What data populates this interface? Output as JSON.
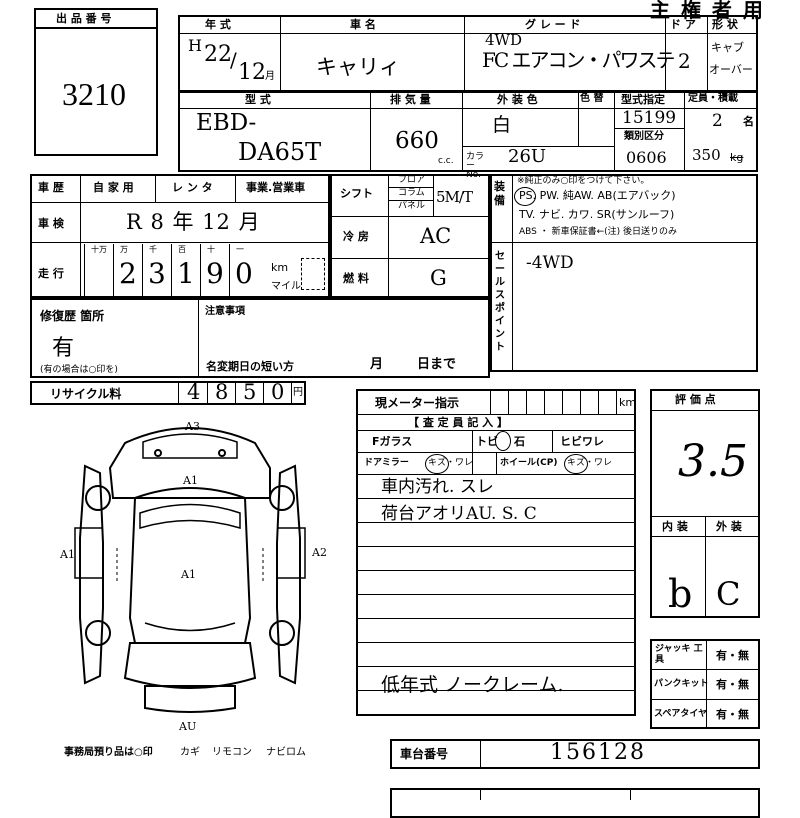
{
  "header": {
    "title": "主 権 者 用"
  },
  "lot": {
    "label": "出 品 番 号",
    "number": "3210"
  },
  "vehicle": {
    "year_label": "年 式",
    "year_prefix": "H",
    "year": "22",
    "month": "12",
    "month_unit": "月",
    "name_label": "車 名",
    "name": "キャリィ",
    "grade_label": "グ レ ー ド",
    "grade_top": "4WD",
    "grade": "FC エアコン・パワステ",
    "doors_label": "ド ア",
    "doors": "2",
    "shape_label": "形 状",
    "shape_line1": "キャブ",
    "shape_line2": "オーバー",
    "model_label": "型 式",
    "model_line1": "EBD-",
    "model_line2": "DA65T",
    "displacement_label": "排 気 量",
    "displacement": "660",
    "cc": "c.c.",
    "color_label": "外 装 色",
    "color_label2": "色 替",
    "color": "白",
    "color_no_label": "カラー No.",
    "color_no": "26U",
    "model_spec_label": "型式指定",
    "model_spec": "15199",
    "category_label": "類別区分",
    "category": "0606",
    "capacity_label": "定員・積載",
    "capacity": "2",
    "capacity_unit": "名",
    "load": "350",
    "load_unit": "kg"
  },
  "history": {
    "label": "車 歴",
    "opt1": "自 家 用",
    "opt2": "レ ン タ",
    "opt3": "事業.営業車"
  },
  "shaken": {
    "label": "車 検",
    "value": "R 8 年 12 月"
  },
  "mileage": {
    "label": "走 行",
    "units": [
      "十万",
      "万",
      "千",
      "百",
      "十",
      "一"
    ],
    "digits": [
      "",
      "2",
      "3",
      "1",
      "9",
      "0"
    ],
    "km": "km",
    "mile": "マイル"
  },
  "shift": {
    "label": "シフト",
    "options": [
      "フロア",
      "コラム",
      "パネル"
    ],
    "value": "5M/T"
  },
  "aircon": {
    "label": "冷 房",
    "value": "AC"
  },
  "fuel": {
    "label": "燃 料",
    "value": "G"
  },
  "equipment": {
    "label": "装 備",
    "note": "※純正のみ○印をつけて下さい。",
    "line1": "PS. PW. 純AW. AB(エアバック)",
    "line2": "TV. ナビ. カワ. SR(サンルーフ)",
    "line3": "ABS ・ 新車保証書←(注) 後日送りのみ"
  },
  "sale_point": {
    "label": "セールスポイント",
    "value": "-4WD"
  },
  "repair": {
    "label": "修復歴 箇所",
    "value": "有",
    "note": "(有の場合は○印を)"
  },
  "notes": {
    "label": "注意事項",
    "name_change": "名変期日の短い方",
    "month": "月",
    "day": "日まで"
  },
  "recycle": {
    "label": "リサイクル料",
    "digits": [
      "4",
      "8",
      "5",
      "0"
    ],
    "unit": "円"
  },
  "meter": {
    "label": "現メーター指示",
    "unit": "km"
  },
  "inspector": {
    "title": "【 査 定 員 記 入 】",
    "fglass": "Fガラス",
    "tobi": "トビ",
    "ishi": "石",
    "hibi": "ヒビワレ",
    "mirror": "ドアミラー",
    "mirror_opt": "キズ・ワレ",
    "wheel": "ホイール(CP)",
    "wheel_opt": "キズ・ワレ",
    "line1": "車内汚れ. スレ",
    "line2": "荷台アオリAU. S. C",
    "line3": "低年式 ノークレーム."
  },
  "rating": {
    "label": "評 価 点",
    "value": "3.5",
    "interior_label": "内 装",
    "exterior_label": "外 装",
    "interior": "b",
    "exterior": "C"
  },
  "tools": {
    "jack_label": "ジャッキ 工具",
    "jack": "有・無",
    "punk_label": "パンクキット",
    "punk": "有・無",
    "spare_label": "スペアタイヤ",
    "spare": "有・無"
  },
  "diagram": {
    "labels": [
      "A3",
      "A1",
      "A1",
      "A1",
      "A2",
      "AU"
    ]
  },
  "office": {
    "text": "事務局預り品は○印",
    "items": [
      "カギ",
      "リモコン",
      "ナビロム"
    ]
  },
  "chassis": {
    "label": "車台番号",
    "value": "156128"
  }
}
